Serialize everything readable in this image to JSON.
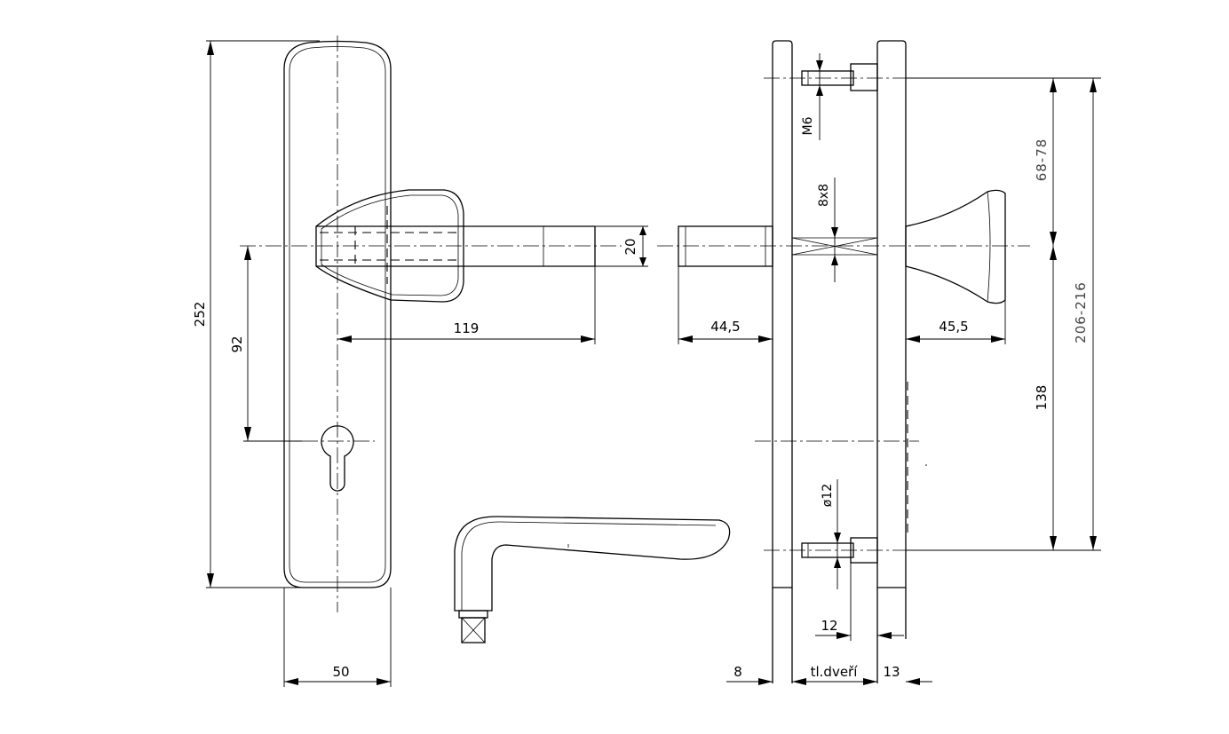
{
  "dimensions": {
    "plate_height": "252",
    "spacing": "92",
    "plate_width": "50",
    "spindle_length": "119",
    "spindle_height": "20",
    "spindle_out": "44,5",
    "knob_depth": "45,5",
    "thread": "M6",
    "square": "8x8",
    "bolt_spacing": "68-78",
    "total_spacing": "206-216",
    "lower_spacing": "138",
    "diameter": "ø12",
    "offset": "12",
    "plate_thickness": "8",
    "door_thickness": "tl.dveří",
    "inner_thickness": "13"
  }
}
